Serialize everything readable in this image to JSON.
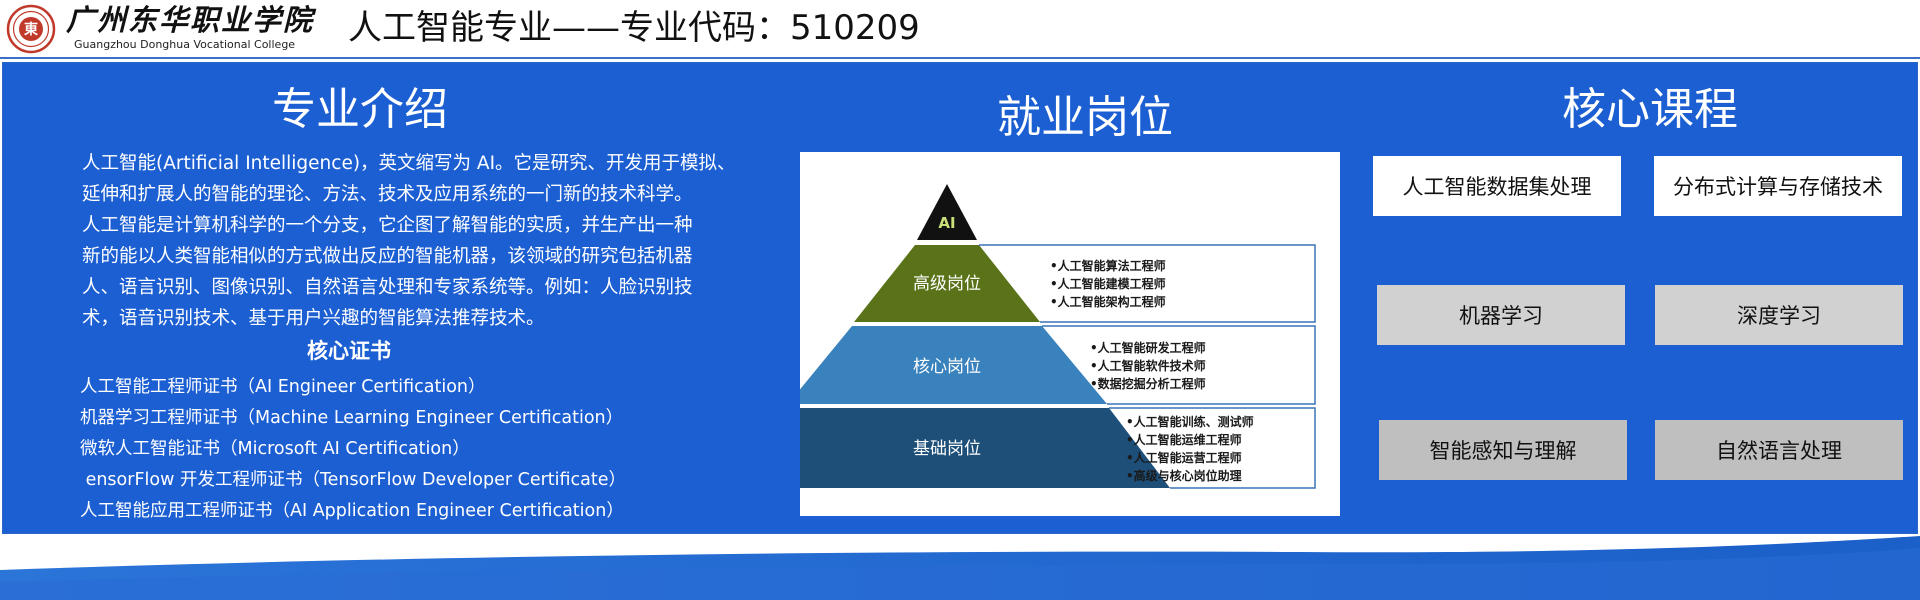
{
  "header": {
    "college_cn": "广州东华职业学院",
    "college_en": "Guangzhou Donghua Vocational College",
    "logo_char": "東",
    "title": "人工智能专业——专业代码：510209"
  },
  "intro": {
    "title": "专业介绍",
    "lines": [
      "人工智能(Artificial Intelligence)，英文缩写为 AI。它是研究、开发用于模拟、",
      "延伸和扩展人的智能的理论、方法、技术及应用系统的一门新的技术科学。",
      "人工智能是计算机科学的一个分支，它企图了解智能的实质，并生产出一种",
      "新的能以人类智能相似的方式做出反应的智能机器，该领域的研究包括机器",
      "人、语言识别、图像识别、自然语言处理和专家系统等。例如：人脸识别技",
      "术，语音识别技术、基于用户兴趣的智能算法推荐技术。"
    ],
    "cert_heading": "核心证书",
    "certs": [
      "人工智能工程师证书（AI Engineer Certification）",
      "机器学习工程师证书（Machine Learning Engineer Certification）",
      "微软人工智能证书（Microsoft AI Certification）",
      " ensorFlow 开发工程师证书（TensorFlow Developer Certificate）",
      "人工智能应用工程师证书（AI Application Engineer Certification）"
    ]
  },
  "jobs": {
    "title": "就业岗位",
    "apex": "AI",
    "tiers": [
      {
        "label": "高级岗位",
        "color": "#5a7318",
        "items": [
          "•人工智能算法工程师",
          "•人工智能建模工程师",
          "•人工智能架构工程师"
        ]
      },
      {
        "label": "核心岗位",
        "color": "#3a82bd",
        "items": [
          "•人工智能研发工程师",
          "•人工智能软件技术师",
          "•数据挖掘分析工程师"
        ]
      },
      {
        "label": "基础岗位",
        "color": "#1d4f79",
        "items": [
          "•人工智能训练、测试师",
          "•人工智能运维工程师",
          "•人工智能运营工程师",
          "•高级与核心岗位助理"
        ]
      }
    ],
    "line_color": "#3a73b8"
  },
  "courses": {
    "title": "核心课程",
    "items": [
      "人工智能数据集处理",
      "分布式计算与存储技术",
      "机器学习",
      "深度学习",
      "智能感知与理解",
      "自然语言处理"
    ]
  },
  "colors": {
    "panel": "#1c5fd2",
    "header_rule": "#3a6fc7",
    "logo": "#c0392b"
  }
}
